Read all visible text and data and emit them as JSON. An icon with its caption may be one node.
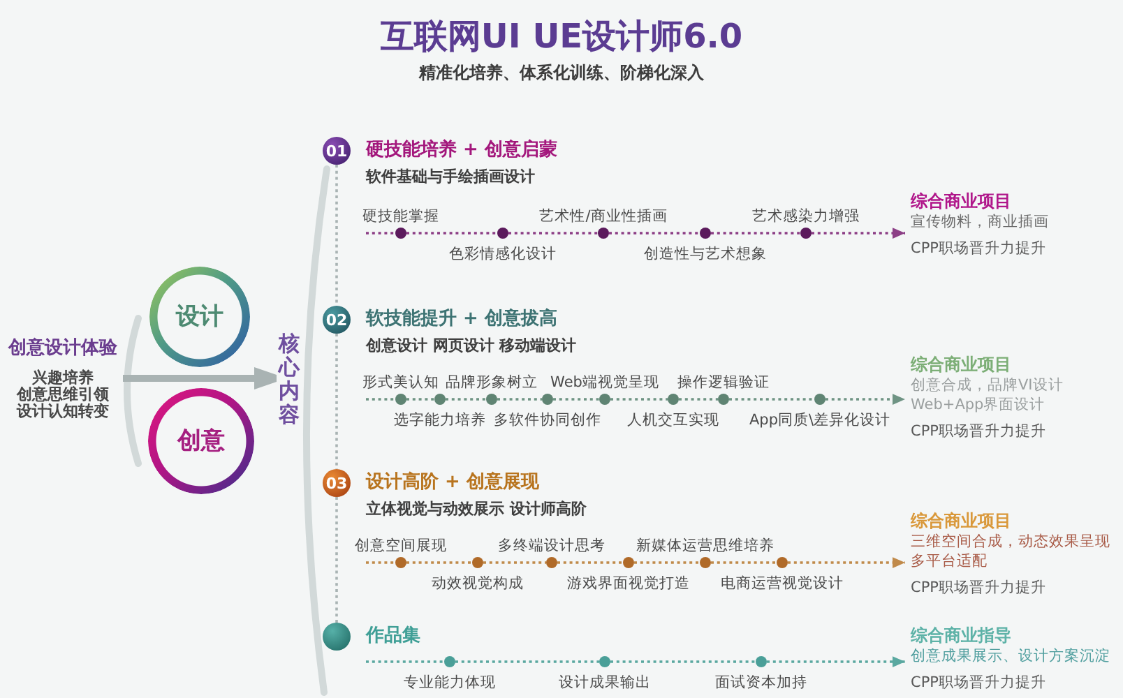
{
  "diagram": {
    "title": "互联网UI UE设计师6.0",
    "nodes": [
      {
        "text": [
          "创意设计体验",
          "兴趣培养",
          "创意思维引领",
          "设计认知转变"
        ]
      },
      {
        "text": [
          "设计"
        ]
      },
      {
        "text": [
          "创意"
        ]
      },
      {
        "text": [
          "核心内容"
        ]
      },
      {
        "text": [
          "01"
        ],
        "beside": [
          "硬技能培养 + 创意启蒙",
          "软件基础与手绘插画设计"
        ]
      },
      {
        "text": [],
        "shape": "circle",
        "beside": [
          "硬技能掌握"
        ]
      },
      {
        "text": [],
        "shape": "circle",
        "beside": [
          "色彩情感化设计"
        ]
      },
      {
        "text": [],
        "shape": "circle",
        "beside": [
          "艺术性/商业性插画"
        ]
      },
      {
        "text": [],
        "shape": "circle",
        "beside": [
          "创造性与艺术想象"
        ]
      },
      {
        "text": [],
        "shape": "circle",
        "beside": [
          "艺术感染力增强"
        ]
      },
      {
        "text": [
          "综合商业项目",
          "宣传物料，商业插画",
          "CPP职场晋升力提升"
        ]
      },
      {
        "text": [
          "02"
        ],
        "beside": [
          "软技能提升 + 创意拔高",
          "创意设计 网页设计 移动端设计"
        ]
      },
      {
        "text": [],
        "shape": "circle",
        "beside": [
          "形式美认知"
        ]
      },
      {
        "text": [],
        "shape": "circle",
        "beside": [
          "选字能力培养"
        ]
      },
      {
        "text": [],
        "shape": "circle",
        "beside": [
          "品牌形象树立"
        ]
      },
      {
        "text": [],
        "shape": "circle",
        "beside": [
          "多软件协同创作"
        ]
      },
      {
        "text": [],
        "shape": "circle",
        "beside": [
          "Web端视觉呈现"
        ]
      },
      {
        "text": [],
        "shape": "circle",
        "beside": [
          "人机交互实现"
        ]
      },
      {
        "text": [],
        "shape": "circle",
        "beside": [
          "操作逻辑验证"
        ]
      },
      {
        "text": [],
        "shape": "circle",
        "beside": [
          "App同质\\差异化设计"
        ]
      },
      {
        "text": [
          "综合商业项目",
          "创意合成，品牌VI设计",
          "Web+App界面设计",
          "CPP职场晋升力提升"
        ]
      },
      {
        "text": [
          "03"
        ],
        "beside": [
          "设计高阶 + 创意展现",
          "立体视觉与动效展示 设计师高阶"
        ]
      },
      {
        "text": [],
        "shape": "circle",
        "beside": [
          "创意空间展现"
        ]
      },
      {
        "text": [],
        "shape": "circle",
        "beside": [
          "动效视觉构成"
        ]
      },
      {
        "text": [],
        "shape": "circle",
        "beside": [
          "多终端设计思考"
        ]
      },
      {
        "text": [],
        "shape": "circle",
        "beside": [
          "游戏界面视觉打造"
        ]
      },
      {
        "text": [],
        "shape": "circle",
        "beside": [
          "新媒体运营思维培养"
        ]
      },
      {
        "text": [],
        "shape": "circle",
        "beside": [
          "电商运营视觉设计"
        ]
      },
      {
        "text": [
          "综合商业项目",
          "三维空间合成，动态效果呈现",
          "多平台适配",
          "CPP职场晋升力提升"
        ]
      },
      {
        "text": [],
        "shape": "circle",
        "beside": [
          "作品集"
        ]
      },
      {
        "text": [],
        "shape": "circle",
        "beside": [
          "专业能力体现"
        ]
      },
      {
        "text": [],
        "shape": "circle",
        "beside": [
          "设计成果输出"
        ]
      },
      {
        "text": [],
        "shape": "circle",
        "beside": [
          "面试资本加持"
        ]
      },
      {
        "text": [
          "综合商业指导",
          "创意成果展示、设计方案沉淀",
          "CPP职场晋升力提升"
        ]
      }
    ],
    "edges": [
      {
        "from": 0,
        "to": 3,
        "arrow": "to",
        "style": "thick"
      },
      {
        "from": null,
        "to": 5,
        "arrow": "none",
        "style": "dashed",
        "color": "#8c3f86"
      },
      {
        "from": 5,
        "to": 6,
        "arrow": "none",
        "style": "dashed",
        "color": "#8c3f86"
      },
      {
        "from": 6,
        "to": 7,
        "arrow": "none",
        "style": "dashed",
        "color": "#8c3f86"
      },
      {
        "from": 7,
        "to": 8,
        "arrow": "none",
        "style": "dashed",
        "color": "#8c3f86"
      },
      {
        "from": 8,
        "to": 9,
        "arrow": "none",
        "style": "dashed",
        "color": "#8c3f86"
      },
      {
        "from": 9,
        "to": 10,
        "arrow": "to",
        "style": "dashed",
        "color": "#8c3f86"
      },
      {
        "from": 4,
        "to": 11,
        "arrow": "none",
        "style": "dashed"
      },
      {
        "from": null,
        "to": 12,
        "arrow": "none",
        "style": "dashed",
        "color": "#6f9484"
      },
      {
        "from": 12,
        "to": 13,
        "arrow": "none",
        "style": "dashed",
        "color": "#6f9484"
      },
      {
        "from": 13,
        "to": 14,
        "arrow": "none",
        "style": "dashed",
        "color": "#6f9484"
      },
      {
        "from": 14,
        "to": 15,
        "arrow": "none",
        "style": "dashed",
        "color": "#6f9484"
      },
      {
        "from": 15,
        "to": 16,
        "arrow": "none",
        "style": "dashed",
        "color": "#6f9484"
      },
      {
        "from": 16,
        "to": 17,
        "arrow": "none",
        "style": "dashed",
        "color": "#6f9484"
      },
      {
        "from": 17,
        "to": 18,
        "arrow": "none",
        "style": "dashed",
        "color": "#6f9484"
      },
      {
        "from": 18,
        "to": 19,
        "arrow": "none",
        "style": "dashed",
        "color": "#6f9484"
      },
      {
        "from": 19,
        "to": 20,
        "arrow": "to",
        "style": "dashed",
        "color": "#6f9484"
      },
      {
        "from": 11,
        "to": 21,
        "arrow": "none",
        "style": "dashed"
      },
      {
        "from": null,
        "to": 22,
        "arrow": "none",
        "style": "dashed",
        "color": "#c08a4a"
      },
      {
        "from": 22,
        "to": 23,
        "arrow": "none",
        "style": "dashed",
        "color": "#c08a4a"
      },
      {
        "from": 23,
        "to": 24,
        "arrow": "none",
        "style": "dashed",
        "color": "#c08a4a"
      },
      {
        "from": 24,
        "to": 25,
        "arrow": "none",
        "style": "dashed",
        "color": "#c08a4a"
      },
      {
        "from": 25,
        "to": 26,
        "arrow": "none",
        "style": "dashed",
        "color": "#c08a4a"
      },
      {
        "from": 26,
        "to": 27,
        "arrow": "none",
        "style": "dashed",
        "color": "#c08a4a"
      },
      {
        "from": 27,
        "to": 28,
        "arrow": "to",
        "style": "dashed",
        "color": "#c08a4a"
      },
      {
        "from": 21,
        "to": 29,
        "arrow": "none",
        "style": "dashed"
      },
      {
        "from": null,
        "to": 30,
        "arrow": "none",
        "style": "dashed",
        "color": "#5aa8a0"
      },
      {
        "from": 30,
        "to": 31,
        "arrow": "none",
        "style": "dashed",
        "color": "#5aa8a0"
      },
      {
        "from": 31,
        "to": 32,
        "arrow": "none",
        "style": "dashed",
        "color": "#5aa8a0"
      },
      {
        "from": 32,
        "to": 33,
        "arrow": "to",
        "style": "dashed",
        "color": "#5aa8a0"
      }
    ],
    "labels": [
      "精准化培养、体系化训练、阶梯化深入"
    ]
  }
}
